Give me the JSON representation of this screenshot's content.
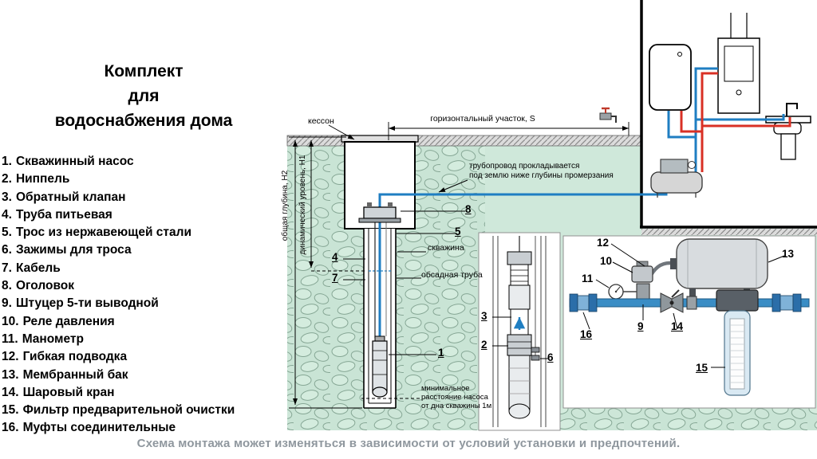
{
  "title": {
    "l1": "Комплект",
    "l2": "для",
    "l3": "водоснабжения дома"
  },
  "parts": [
    {
      "num": "1.",
      "name": "Скважинный насос"
    },
    {
      "num": "2.",
      "name": "Ниппель"
    },
    {
      "num": "3.",
      "name": "Обратный клапан"
    },
    {
      "num": "4.",
      "name": "Труба питьевая"
    },
    {
      "num": "5.",
      "name": "Трос из нержавеющей стали"
    },
    {
      "num": "6.",
      "name": "Зажимы для троса"
    },
    {
      "num": "7.",
      "name": "Кабель"
    },
    {
      "num": "8.",
      "name": "Оголовок"
    },
    {
      "num": "9.",
      "name": "Штуцер 5-ти выводной"
    },
    {
      "num": "10.",
      "name": "Реле давления"
    },
    {
      "num": "11.",
      "name": "Манометр"
    },
    {
      "num": "12.",
      "name": "Гибкая подводка"
    },
    {
      "num": "13.",
      "name": "Мембранный бак"
    },
    {
      "num": "14.",
      "name": "Шаровый кран"
    },
    {
      "num": "15.",
      "name": "Фильтр предварительной очистки"
    },
    {
      "num": "16.",
      "name": "Муфты соединительные"
    }
  ],
  "diagram": {
    "kesson": "кессон",
    "horizontal_section": "горизонтальный участок, S",
    "pipeline_note_l1": "трубопровод прокладывается",
    "pipeline_note_l2": "под землю ниже глубины промерзания",
    "total_depth": "общая глубина, Н2",
    "dynamic_level": "динамический уровень, Н1",
    "borehole": "скважина",
    "casing_pipe": "обсадная труба",
    "min_distance": "минимальное расстояние насоса от дна скважины 1м"
  },
  "callouts": {
    "c1": "1",
    "c2": "2",
    "c3": "3",
    "c4": "4",
    "c5": "5",
    "c6": "6",
    "c7": "7",
    "c8": "8",
    "c9": "9",
    "c10": "10",
    "c11": "11",
    "c12": "12",
    "c13": "13",
    "c14": "14",
    "c15": "15",
    "c16": "16"
  },
  "footer": "Схема монтажа может изменяться в зависимости от условий установки и предпочтений.",
  "colors": {
    "ground": "#cfe8da",
    "pipe_cold": "#1f7ec2",
    "pipe_hot": "#d93025",
    "footer_text": "#8f979e"
  }
}
